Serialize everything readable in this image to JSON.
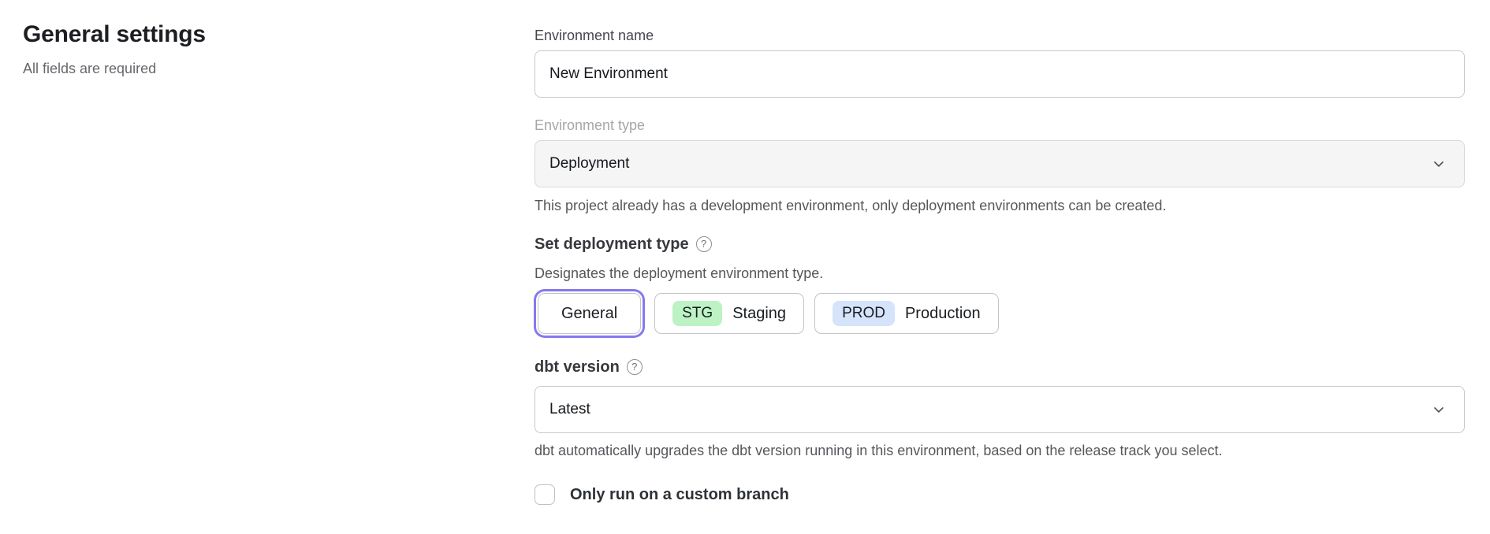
{
  "sidebar": {
    "title": "General settings",
    "subtitle": "All fields are required"
  },
  "form": {
    "environment_name": {
      "label": "Environment name",
      "value": "New Environment"
    },
    "environment_type": {
      "label": "Environment type",
      "value": "Deployment",
      "disabled": true,
      "helper": "This project already has a development environment, only deployment environments can be created."
    },
    "deployment_type": {
      "heading": "Set deployment type",
      "description": "Designates the deployment environment type.",
      "options": [
        {
          "label": "General",
          "selected": true
        },
        {
          "badge": "STG",
          "label": "Staging",
          "selected": false
        },
        {
          "badge": "PROD",
          "label": "Production",
          "selected": false
        }
      ]
    },
    "dbt_version": {
      "heading": "dbt version",
      "value": "Latest",
      "helper": "dbt automatically upgrades the dbt version running in this environment, based on the release track you select."
    },
    "custom_branch": {
      "label": "Only run on a custom branch",
      "checked": false
    }
  },
  "icons": {
    "help": "?"
  },
  "colors": {
    "accent_purple": "#8678f0",
    "staging_badge_bg": "#bdf2c4",
    "production_badge_bg": "#d6e4fb",
    "disabled_field_bg": "#f5f5f6"
  }
}
